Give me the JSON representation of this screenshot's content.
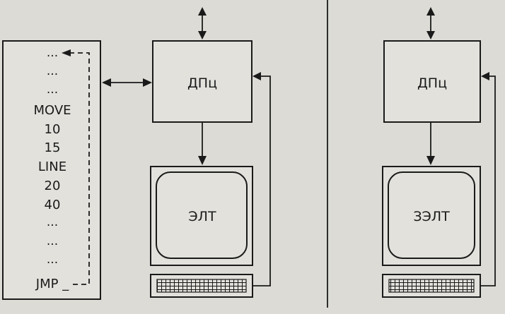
{
  "program_listing": [
    "...",
    "...",
    "...",
    "MOVE",
    "10",
    "15",
    "LINE",
    "20",
    "40",
    "...",
    "...",
    "...",
    "JMP _"
  ],
  "left_system": {
    "processor_label": "ДПц",
    "display_label": "ЭЛТ"
  },
  "right_system": {
    "processor_label": "ДПц",
    "display_label": "ЗЭЛТ"
  },
  "colors": {
    "paper": "#dcdbd6",
    "ink": "#1a1a1a"
  }
}
